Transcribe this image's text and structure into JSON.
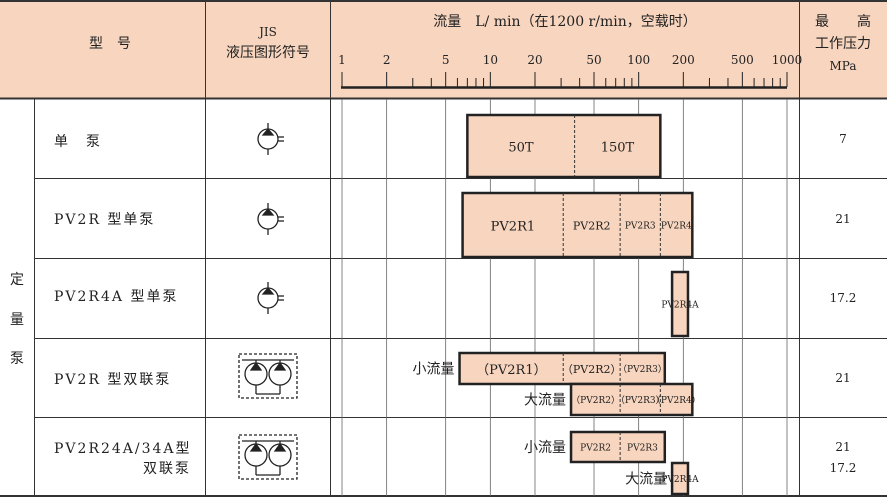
{
  "colors": {
    "header_bg": "#f8d5bf",
    "bar_fill": "#f8d5bf",
    "line": "#333333",
    "heavy": "#222222"
  },
  "header": {
    "model_col": "型　号",
    "jis_col_line1": "JIS",
    "jis_col_line2": "液压图形符号",
    "flow_title": "流量　L/ min（在1200 r/min，空载时）",
    "pressure_line1": "最　　高",
    "pressure_line2": "工作压力",
    "pressure_line3": "MPa",
    "scale_ticks": [
      "1",
      "2",
      "5",
      "10",
      "20",
      "50",
      "100",
      "200",
      "500",
      "1000"
    ],
    "scale_values": [
      1,
      2,
      5,
      10,
      20,
      50,
      100,
      200,
      500,
      1000
    ]
  },
  "group_label": [
    "定",
    "量",
    "泵"
  ],
  "rows": [
    {
      "label": "单　泵",
      "symbol": "single-pump-icon",
      "pressure": "7",
      "bars": [
        {
          "label": "",
          "from": 7,
          "to": 140,
          "segments": [
            {
              "text": "50T",
              "to": 37
            },
            {
              "text": "150T",
              "to": 140
            }
          ]
        }
      ]
    },
    {
      "label": "PV2R 型单泵",
      "symbol": "single-pump-icon",
      "pressure": "21",
      "bars": [
        {
          "label": "",
          "from": 6.5,
          "to": 230,
          "segments": [
            {
              "text": "PV2R1",
              "to": 31
            },
            {
              "text": "PV2R2",
              "to": 75
            },
            {
              "text": "PV2R3",
              "to": 140
            },
            {
              "text": "PV2R4",
              "to": 230
            }
          ]
        }
      ]
    },
    {
      "label": "PV2R4A 型单泵",
      "symbol": "single-pump-icon",
      "pressure": "17.2",
      "bars": [
        {
          "label": "",
          "from": 168,
          "to": 215,
          "segments": [
            {
              "text": "PV2R4A",
              "to": 215
            }
          ]
        }
      ]
    },
    {
      "label": "PV2R 型双联泵",
      "symbol": "double-pump-icon",
      "pressure": "21",
      "bars": [
        {
          "label": "小流量",
          "from": 6.2,
          "to": 150,
          "segments": [
            {
              "text": "（PV2R1）",
              "to": 31
            },
            {
              "text": "（PV2R2）",
              "to": 75
            },
            {
              "text": "（PV2R3）",
              "to": 150
            }
          ]
        },
        {
          "label": "大流量",
          "from": 35,
          "to": 230,
          "segments": [
            {
              "text": "（PV2R2）",
              "to": 75
            },
            {
              "text": "（PV2R3）",
              "to": 140
            },
            {
              "text": "（PV2R4）",
              "to": 230
            }
          ]
        }
      ]
    },
    {
      "label": "PV2R24A/34A型",
      "label2": "双联泵",
      "symbol": "double-pump-icon",
      "pressure": "21",
      "pressure2": "17.2",
      "bars": [
        {
          "label": "小流量",
          "from": 35,
          "to": 150,
          "segments": [
            {
              "text": "PV2R2",
              "to": 75
            },
            {
              "text": "PV2R3",
              "to": 150
            }
          ]
        },
        {
          "label": "大流量",
          "from": 168,
          "to": 215,
          "segments": [
            {
              "text": "PV2R4A",
              "to": 215
            }
          ]
        }
      ]
    }
  ]
}
